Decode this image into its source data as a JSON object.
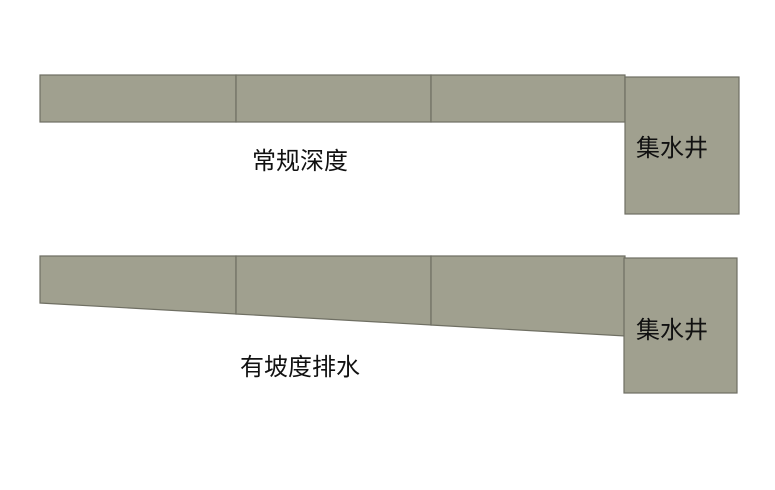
{
  "colors": {
    "fill": "#a0a08f",
    "outline": "#6f6f63",
    "text": "#111111",
    "background": "#ffffff"
  },
  "top_diagram": {
    "caption": "常规深度",
    "pit_label": "集水井",
    "segment_count": 3
  },
  "bottom_diagram": {
    "caption": "有坡度排水",
    "pit_label": "集水井",
    "segment_count": 3
  }
}
